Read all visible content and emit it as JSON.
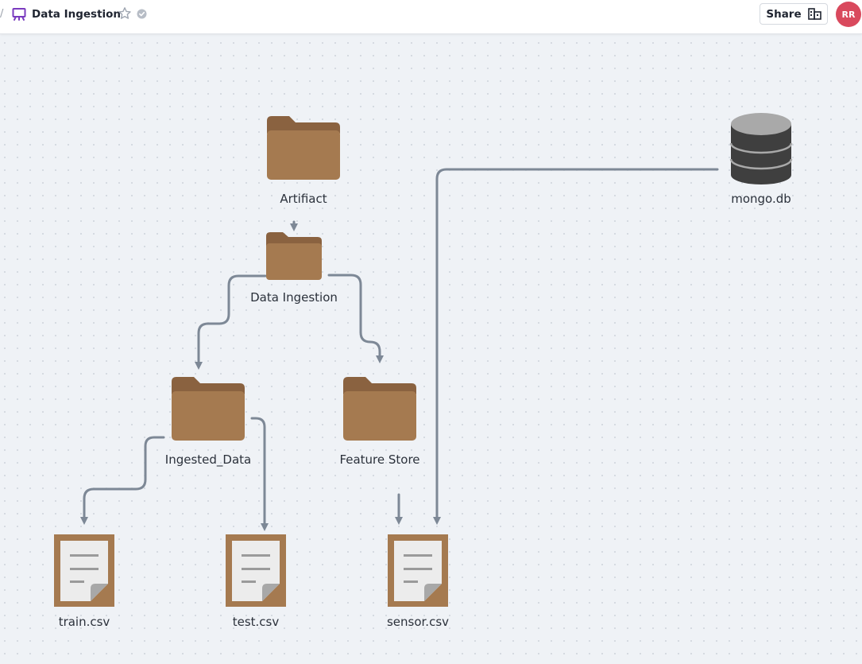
{
  "header": {
    "breadcrumb_separator": "/",
    "board_icon": "whiteboard-icon",
    "title": "Data Ingestion",
    "star_icon": "star-icon",
    "verified_icon": "verified-check-icon",
    "share_label": "Share",
    "share_icon": "building-icon",
    "avatar_initials": "RR"
  },
  "diagram": {
    "nodes": [
      {
        "id": "artifact",
        "label": "Artifiact",
        "icon": "folder-icon"
      },
      {
        "id": "ingestion",
        "label": "Data Ingestion",
        "icon": "folder-icon"
      },
      {
        "id": "ingested",
        "label": "Ingested_Data",
        "icon": "folder-icon"
      },
      {
        "id": "feature",
        "label": "Feature Store",
        "icon": "folder-icon"
      },
      {
        "id": "mongo",
        "label": "mongo.db",
        "icon": "database-icon"
      },
      {
        "id": "train",
        "label": "train.csv",
        "icon": "csv-file-icon"
      },
      {
        "id": "test",
        "label": "test.csv",
        "icon": "csv-file-icon"
      },
      {
        "id": "sensor",
        "label": "sensor.csv",
        "icon": "csv-file-icon"
      }
    ],
    "edges": [
      {
        "from": "artifact",
        "to": "ingestion"
      },
      {
        "from": "ingestion",
        "to": "ingested"
      },
      {
        "from": "ingestion",
        "to": "feature"
      },
      {
        "from": "ingested",
        "to": "train"
      },
      {
        "from": "ingested",
        "to": "test"
      },
      {
        "from": "feature",
        "to": "sensor"
      },
      {
        "from": "mongo",
        "to": "sensor"
      }
    ],
    "colors": {
      "background": "#eff2f6",
      "grid_dot": "#c3c9d2",
      "connector": "#7d8896",
      "folder_body": "#a57a50",
      "folder_tab": "#8a6240",
      "database": "#3f3f3f",
      "database_top": "#a9a9a9",
      "file_frame": "#a57a50",
      "file_paper": "#ececec",
      "file_lines": "#9a9a9a",
      "avatar": "#d9495d"
    }
  }
}
